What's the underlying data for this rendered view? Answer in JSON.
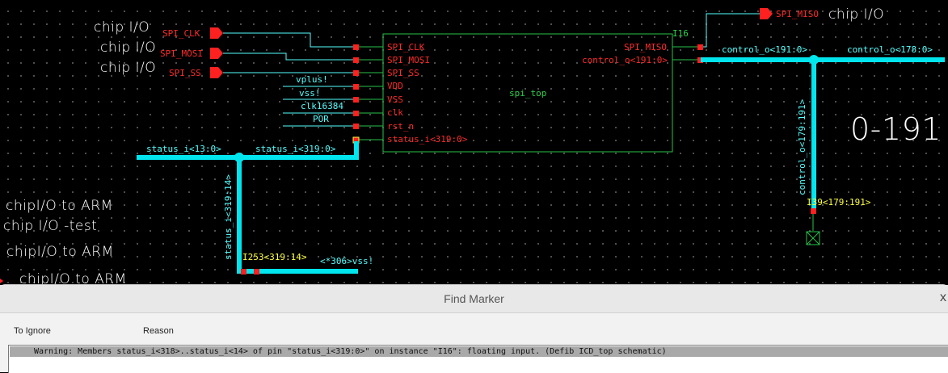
{
  "schematic": {
    "annotations": {
      "chip_io_1": "chip I/O",
      "chip_io_2": "chip I/O",
      "chip_io_3": "chip I/O",
      "chip_io_right": "chip I/O",
      "chip_to_arm_1": "chipI/O to ARM",
      "chip_io_test": "chip I/O -test",
      "chip_to_arm_2": "chipI/O to ARM",
      "chip_to_arm_3": "chipI/O to ARM",
      "range_text": "0-191"
    },
    "pins": {
      "spi_clk": "SPI_CLK",
      "spi_mosi": "SPI_MOSI",
      "spi_ss": "SPI_SS",
      "spi_miso": "SPI_MISO"
    },
    "instance": {
      "name": "I16",
      "cell": "spi_top",
      "left_pins": [
        "SPI_CLK",
        "SPI_MOSI",
        "SPI_SS",
        "VDD",
        "VSS",
        "clk",
        "rst_n",
        "status_i<319:0>"
      ],
      "right_pins": [
        "SPI_MISO",
        "control_o<191:0>"
      ]
    },
    "nets": {
      "vplus": "vplus!",
      "vss": "vss!",
      "clk": "clk16384",
      "por": "POR",
      "status_short": "status_i<13:0>",
      "status_full": "status_i<319:0>",
      "status_sub": "status_i<319:14>",
      "vss_bus": "<*306>vss!",
      "control_a": "control_o<191:0>",
      "control_b": "control_o<178:0>",
      "control_sub": "control_o<179:191>"
    },
    "instances_small": {
      "i253": "I253<319:14>",
      "i39": "I39<179:191>"
    },
    "colors": {
      "wire": "#5ff",
      "bus": "#00e5ee",
      "pin": "#ff2020",
      "symbol": "#27c24a",
      "instance_label": "#ffff40"
    }
  },
  "find_marker": {
    "title": "Find Marker",
    "close_icon": "x",
    "col_ignore": "To Ignore",
    "col_reason": "Reason",
    "rows": [
      "Warning: Members status_i<318>..status_i<14> of pin \"status_i<319:0>\" on instance \"I16\": floating input. (Defib ICD_top schematic)"
    ]
  }
}
